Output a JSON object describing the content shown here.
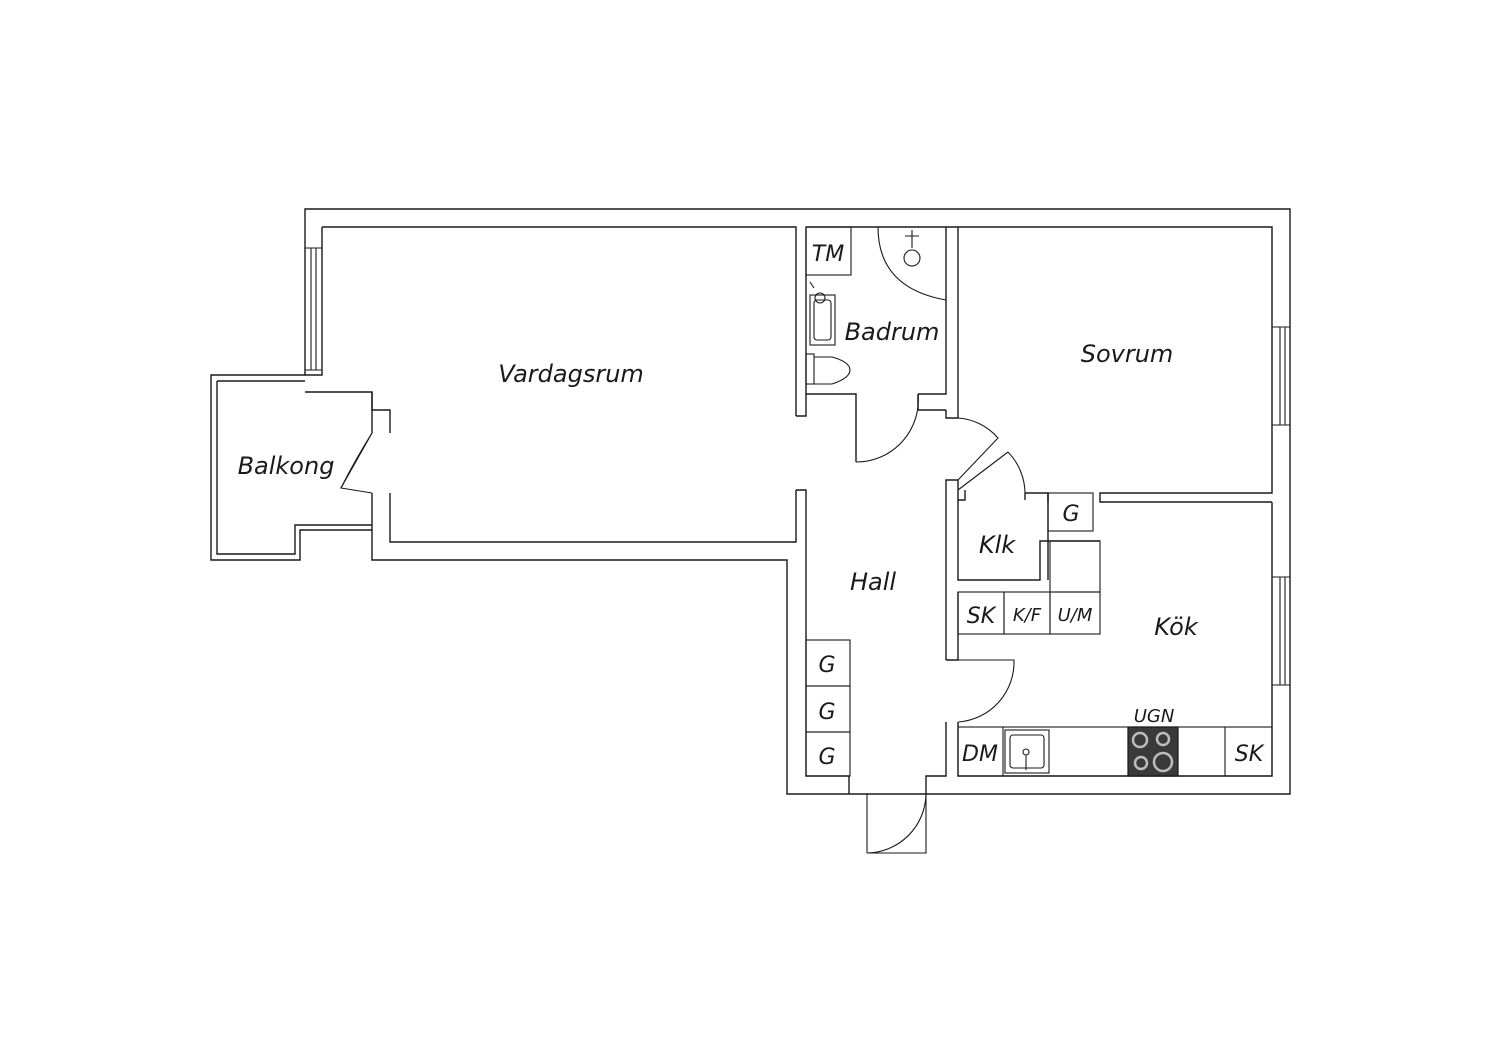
{
  "rooms": {
    "vardagsrum": "Vardagsrum",
    "badrum": "Badrum",
    "sovrum": "Sovrum",
    "balkong": "Balkong",
    "hall": "Hall",
    "klk": "Klk",
    "kok": "Kök"
  },
  "fixtures": {
    "tm": "TM",
    "g_bedroom": "G",
    "g_hall_1": "G",
    "g_hall_2": "G",
    "g_hall_3": "G",
    "sk_kitchen_left": "SK",
    "kf": "K/F",
    "um": "U/M",
    "ugn": "UGN",
    "dm": "DM",
    "sk_kitchen_right": "SK"
  },
  "colors": {
    "wall": "#1a1a1a",
    "background": "#ffffff",
    "stove": "#3a3a3a"
  },
  "icons": [
    "shower-icon",
    "sink-icon",
    "toilet-icon",
    "kitchen-sink-icon",
    "stove-icon"
  ]
}
